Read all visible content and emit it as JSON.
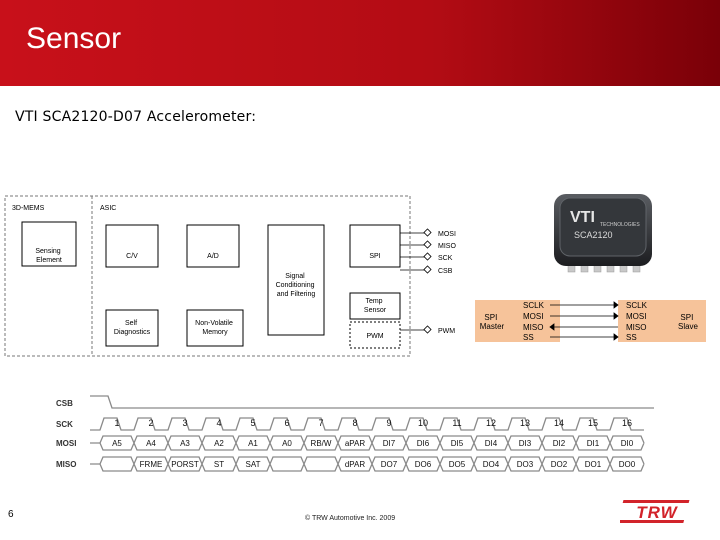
{
  "header": {
    "title": "Sensor"
  },
  "subtitle": "VTI SCA2120-D07 Accelerometer:",
  "block": {
    "mems_label": "3D-MEMS",
    "asic_label": "ASIC",
    "sensing": [
      "Sensing",
      "Element"
    ],
    "cv": "C/V",
    "ad": "A/D",
    "signal": [
      "Signal",
      "Conditioning",
      "and Filtering"
    ],
    "spi": "SPI",
    "temp": [
      "Temp",
      "Sensor"
    ],
    "pwm": "PWM",
    "self_diag": [
      "Self",
      "Diagnostics"
    ],
    "nvm": [
      "Non-Volatile",
      "Memory"
    ],
    "pins": [
      "MOSI",
      "MISO",
      "SCK",
      "CSB"
    ],
    "pwm_pin": "PWM"
  },
  "chip": {
    "brand": "VTI",
    "sub": "TECHNOLOGIES",
    "model": "SCA2120"
  },
  "spi_master": {
    "title": [
      "SPI",
      "Master"
    ],
    "signals": [
      "SCLK",
      "MOSI",
      "MISO",
      "SS"
    ]
  },
  "spi_slave": {
    "title": [
      "SPI",
      "Slave"
    ],
    "signals": [
      "SCLK",
      "MOSI",
      "MISO",
      "SS"
    ]
  },
  "timing": {
    "rows": [
      "CSB",
      "SCK",
      "MOSI",
      "MISO"
    ],
    "sck": [
      "1",
      "2",
      "3",
      "4",
      "5",
      "6",
      "7",
      "8",
      "9",
      "10",
      "11",
      "12",
      "13",
      "14",
      "15",
      "16"
    ],
    "mosi": [
      "A5",
      "A4",
      "A3",
      "A2",
      "A1",
      "A0",
      "RB/W",
      "aPAR",
      "DI7",
      "DI6",
      "DI5",
      "DI4",
      "DI3",
      "DI2",
      "DI1",
      "DI0"
    ],
    "miso": [
      "",
      "FRME",
      "PORST",
      "ST",
      "SAT",
      "",
      "",
      "dPAR",
      "DO7",
      "DO6",
      "DO5",
      "DO4",
      "DO3",
      "DO2",
      "DO1",
      "DO0"
    ]
  },
  "footer": {
    "page": "6",
    "copyright": "© TRW Automotive Inc. 2009",
    "logo": "TRW"
  },
  "colors": {
    "header_red": "#c8101a",
    "spi_orange": "#f6c39a",
    "trw_red": "#d2232a"
  }
}
